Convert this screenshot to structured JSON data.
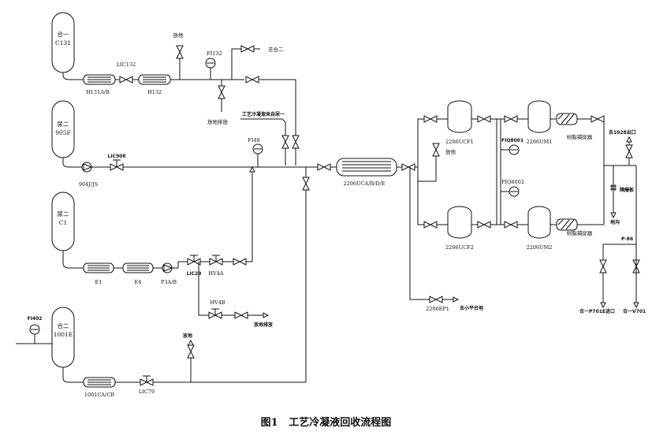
{
  "caption": {
    "figure_no": "图1",
    "title": "工艺冷凝液回收流程图"
  },
  "vessels": {
    "v1": [
      "合一",
      "C131"
    ],
    "v2": [
      "尿二",
      "905F"
    ],
    "v3": [
      "尿二",
      "C1"
    ],
    "v4": [
      "合二",
      "1001E"
    ],
    "ucf1": "2206UCF1",
    "ucf2": "2206UCF2",
    "um1": "2206UM1",
    "um2": "2206UM2"
  },
  "equipment": {
    "h131": "H131A/B",
    "h132": "H132",
    "pump904": "904J/JS",
    "e1": "E1",
    "e4": "E4",
    "p3a": "P3A/B",
    "uca": "2206UCA/B/D/E",
    "ca1001": "1001CA/CB",
    "resin1": "树脂捕捉器",
    "resin2": "树脂捕捉器",
    "hv4a": "HV4A",
    "hv4b": "HV4B"
  },
  "tags": {
    "lic132": "LIC132",
    "fi132": "FI132",
    "lic908": "LIC908",
    "fi48": "FI48",
    "lic29": "LIC29",
    "lic79": "LIC79",
    "fi402": "FI402",
    "fiq8001": "FIQ8001",
    "fiq8002": "FIQ8002",
    "p86": "P-86",
    "ep1": "2206EP1",
    "blind": "隔爆板"
  },
  "destinations": {
    "vent1": "放地",
    "drain1": "放地排放",
    "to_he2": "去合二",
    "from_urea": "工艺冷凝液来自尿一",
    "vent2": "放地",
    "drain2": "放地排放",
    "vent3": "放地",
    "to_sub": "去小平台地",
    "to_1028": "去1028出口",
    "to_trench": "地沟",
    "to_p701e": "合一P701E进口",
    "to_v701": "合一V701"
  }
}
